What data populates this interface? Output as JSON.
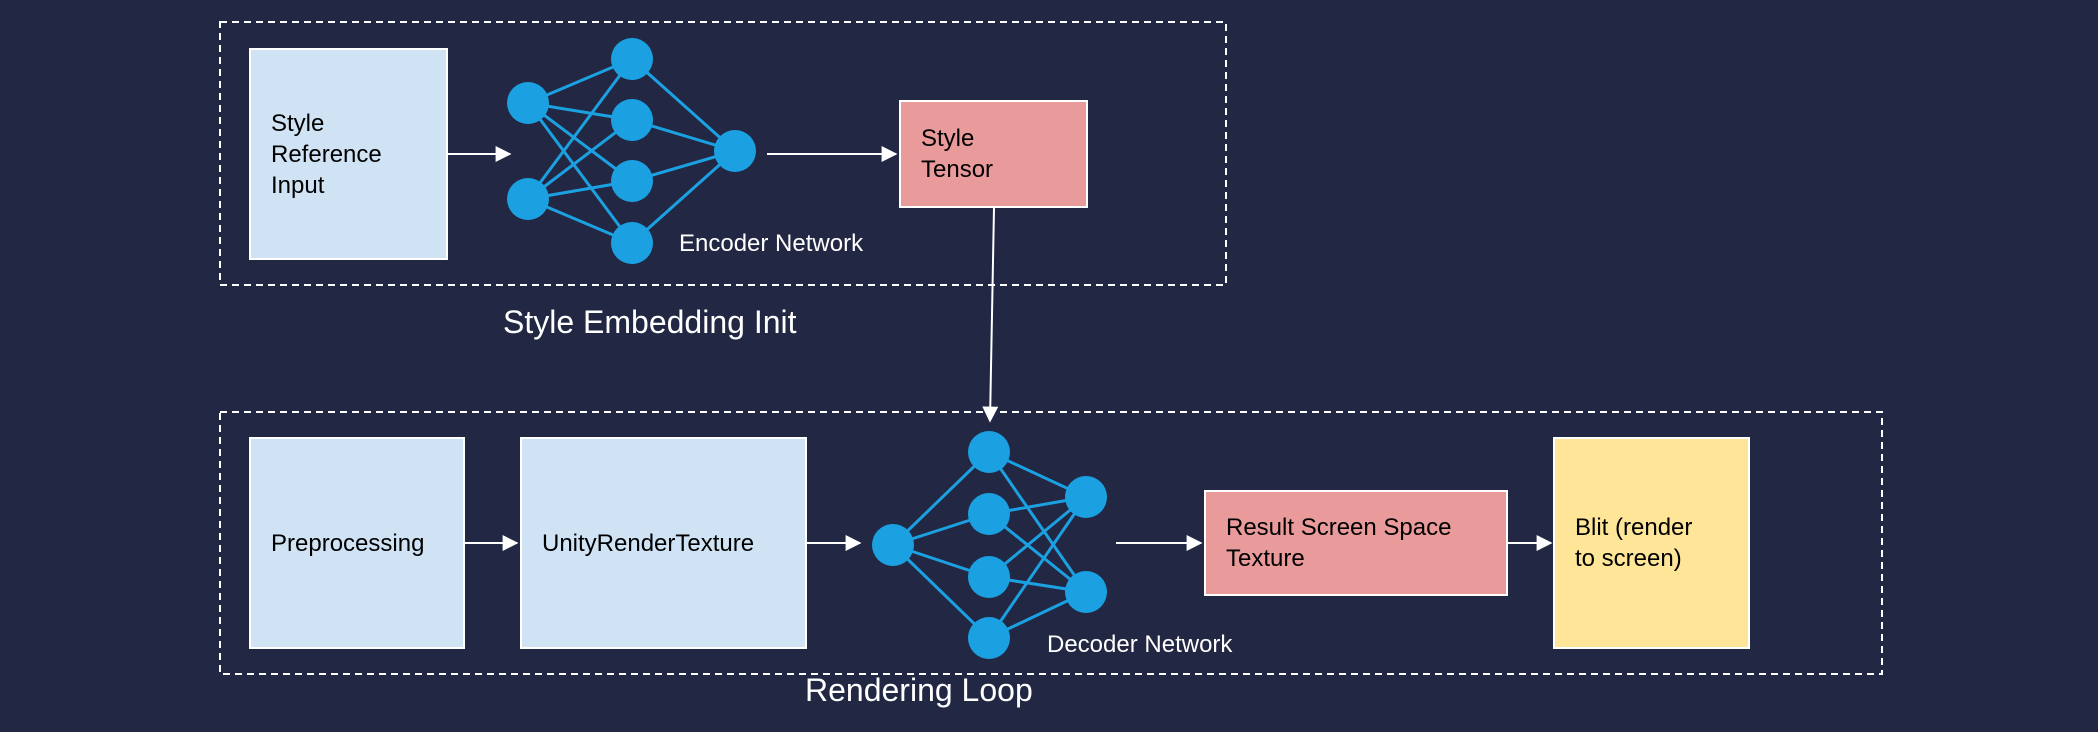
{
  "colors": {
    "background": "#222743",
    "node_blue": "#1ba1e2",
    "box_blue": "#d0e3f4",
    "box_red": "#e99a9a",
    "box_yellow": "#ffe598",
    "line": "#ffffff"
  },
  "groups": {
    "style_embedding": {
      "title": "Style Embedding Init"
    },
    "rendering_loop": {
      "title": "Rendering Loop"
    }
  },
  "nodes": {
    "style_reference_input": "Style\nReference\nInput",
    "encoder_network": "Encoder Network",
    "style_tensor": "Style\nTensor",
    "preprocessing": "Preprocessing",
    "unity_render_texture": "UnityRenderTexture",
    "decoder_network": "Decoder Network",
    "result_texture": "Result Screen Space\nTexture",
    "blit": "Blit (render\nto screen)"
  }
}
